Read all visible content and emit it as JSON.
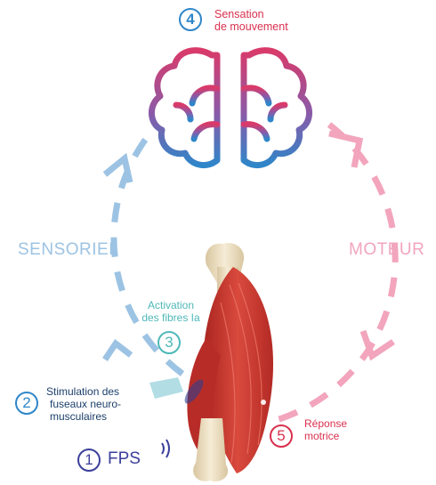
{
  "steps": {
    "s1": {
      "number": "1",
      "label": "FPS"
    },
    "s2": {
      "number": "2",
      "line1": "Stimulation des",
      "line2": "fuseaux neuro-",
      "line3": "musculaires"
    },
    "s3": {
      "number": "3",
      "line1": "Activation",
      "line2": "des fibres Ia"
    },
    "s4": {
      "number": "4",
      "line1": "Sensation",
      "line2": "de mouvement"
    },
    "s5": {
      "number": "5",
      "line1": "Réponse",
      "line2": "motrice"
    }
  },
  "sides": {
    "left": "SENSORIEL",
    "right": "MOTEUR"
  },
  "colors": {
    "sensory_blue": "#9cc3e3",
    "motor_pink": "#f2a5bd",
    "step1_navy": "#3b3f9b",
    "step2_blue": "#2f86c9",
    "step3_teal": "#4fb8b8",
    "step4_blue": "#2f86c9",
    "step5_red": "#d9304f",
    "brain_top": "#d93a6a",
    "brain_bottom": "#2f86c9",
    "muscle_red": "#c8342e",
    "bone": "#efe2c6"
  },
  "icons": [
    "brain-icon",
    "muscle-icon",
    "vibration-icon",
    "arrow-icon"
  ]
}
